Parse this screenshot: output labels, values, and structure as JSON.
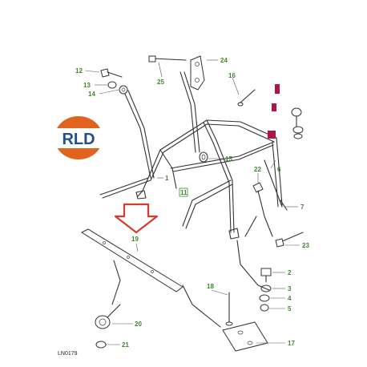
{
  "diagram": {
    "drawing_ref": "LN0179",
    "logo": {
      "text": "RLD",
      "ring_color": "#e2631e",
      "text_color": "#1f4e8c"
    },
    "callouts": [
      "1",
      "2",
      "3",
      "4",
      "5",
      "6",
      "7",
      "11",
      "12",
      "13",
      "14",
      "15",
      "16",
      "17",
      "18",
      "19",
      "20",
      "21",
      "22",
      "23",
      "24",
      "25"
    ],
    "label_color": "#3a8a2a",
    "marker_color": "#b0144a",
    "arrow_color": "#d93a2b"
  }
}
